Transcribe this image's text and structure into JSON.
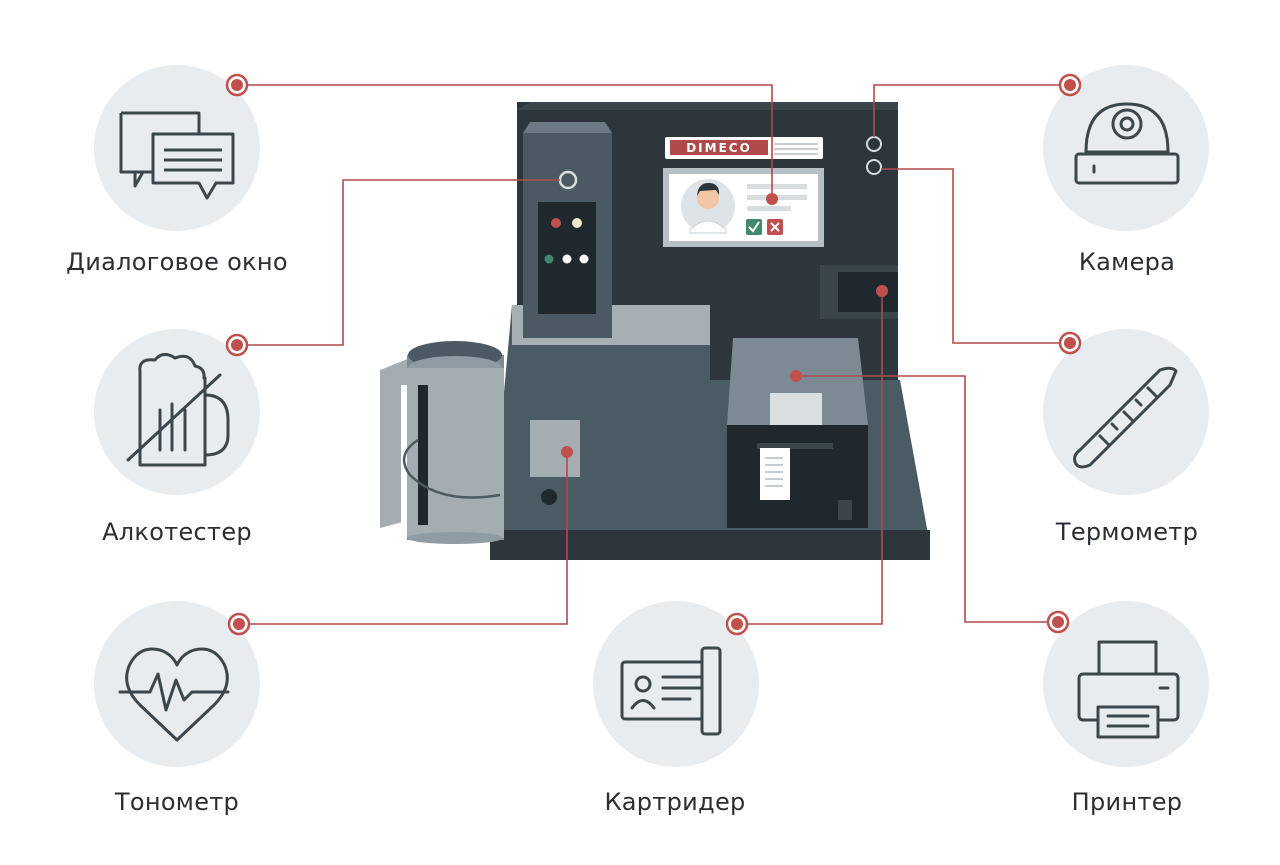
{
  "colors": {
    "circle_bg": "#e8ecef",
    "icon_stroke": "#3c474d",
    "connector": "#b04a4a",
    "dot": "#c0504d",
    "machine_dark": "#2c363c",
    "machine_mid": "#4a5a63",
    "machine_light": "#a3adb2"
  },
  "brand": {
    "logo_text": "DIMECO"
  },
  "features": [
    {
      "id": "dialog",
      "label": "Диалоговое окно",
      "icon": "chat-bubbles-icon"
    },
    {
      "id": "alcotester",
      "label": "Алкотестер",
      "icon": "beer-mug-crossed-icon"
    },
    {
      "id": "tonometer",
      "label": "Тонометр",
      "icon": "heart-pulse-icon"
    },
    {
      "id": "cardreader",
      "label": "Картридер",
      "icon": "id-card-reader-icon"
    },
    {
      "id": "camera",
      "label": "Камера",
      "icon": "dome-camera-icon"
    },
    {
      "id": "thermometer",
      "label": "Термометр",
      "icon": "thermometer-icon"
    },
    {
      "id": "printer",
      "label": "Принтер",
      "icon": "printer-icon"
    }
  ]
}
